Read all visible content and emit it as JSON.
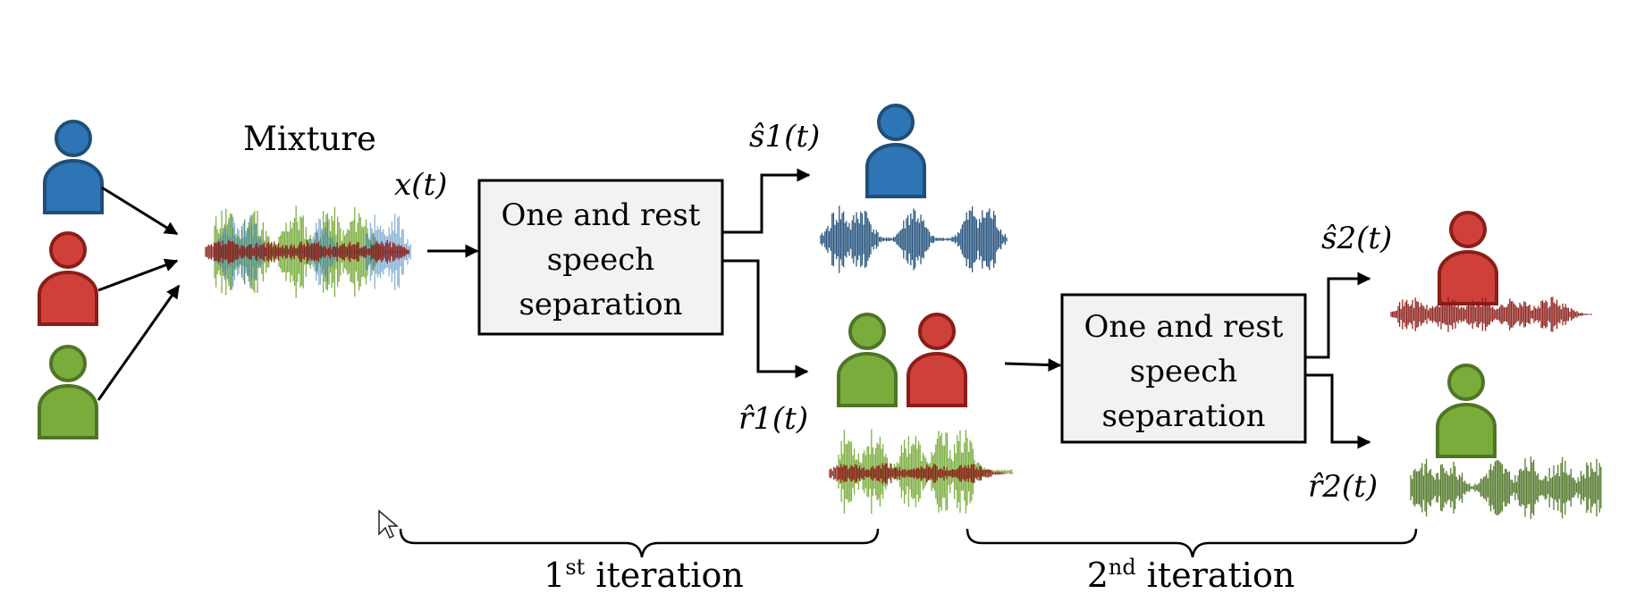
{
  "labels": {
    "mixture": "Mixture",
    "x_t": "x(t)",
    "s1_hat": "ŝ1(t)",
    "r1_hat": "r̂1(t)",
    "s2_hat": "ŝ2(t)",
    "r2_hat": "r̂2(t)"
  },
  "box1": {
    "line1": "One and rest",
    "line2": "speech",
    "line3": "separation"
  },
  "box2": {
    "line1": "One and rest",
    "line2": "speech",
    "line3": "separation"
  },
  "iterations": {
    "first_num": "1",
    "first_sup": "st",
    "first_text": " iteration",
    "second_num": "2",
    "second_sup": "nd",
    "second_text": " iteration"
  },
  "colors": {
    "blue": "#2e75b6",
    "blue_dark": "#1f4e79",
    "red": "#d0403a",
    "red_dark": "#8b1d18",
    "green": "#7aac3c",
    "green_dark": "#4e7526",
    "box_fill": "#f2f2f2"
  }
}
